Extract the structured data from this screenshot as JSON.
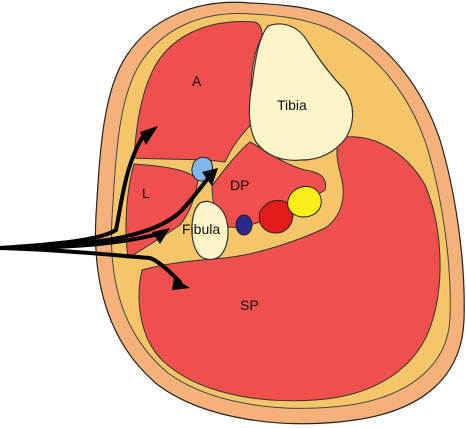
{
  "labels": {
    "anterior": "A",
    "lateral": "L",
    "deep_posterior": "DP",
    "superficial_posterior": "SP",
    "tibia": "Tibia",
    "fibula": "Fibula"
  },
  "colors": {
    "skin": "#F4B27A",
    "fat": "#F5C56A",
    "muscle": "#F0504D",
    "bone": "#FCF5C8",
    "nerve_blue": "#7FB8E8",
    "vein_navy": "#2B2A8C",
    "artery_red": "#E21B1B",
    "yellow_vessel": "#F7EE1A",
    "arrow": "#000000"
  }
}
